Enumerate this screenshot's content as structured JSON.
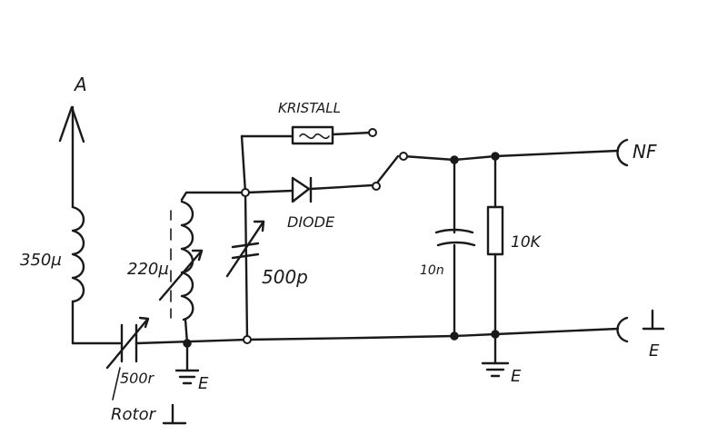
{
  "labels": {
    "antenna": "A",
    "coil_antenna": "350µ",
    "coil_tank": "220µ",
    "crystal": "KRISTALL",
    "diode": "DIODE",
    "cap_tune": "500p",
    "cap_antenna": "500r",
    "rotor": "Rotor",
    "ground_left": "E",
    "cap_out": "10n",
    "resistor": "10K",
    "out_nf": "NF",
    "ground_out": "E",
    "ground_right": "E"
  },
  "colors": {
    "ink": "#1a1a1a",
    "paper": "#ffffff"
  }
}
